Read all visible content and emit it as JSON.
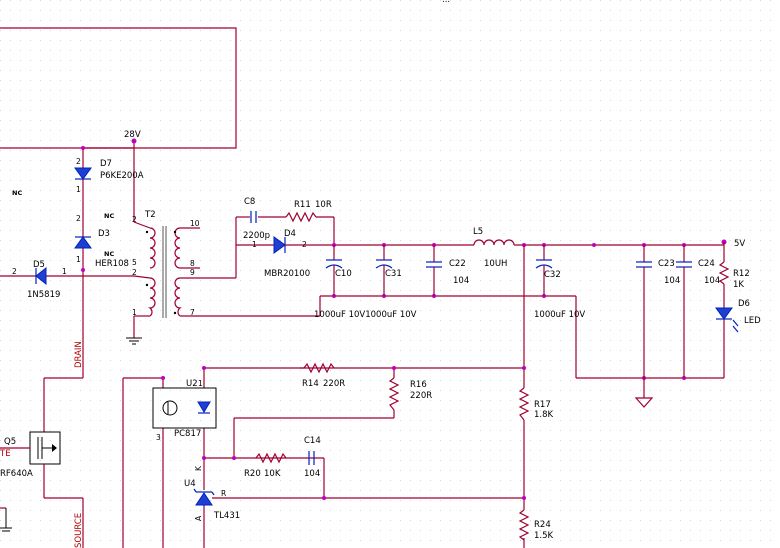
{
  "top_text": "...",
  "rails": {
    "v28": "28V",
    "v5": "5V"
  },
  "nc_labels": [
    "NC",
    "NC",
    "NC"
  ],
  "nets": {
    "drain": "DRAIN",
    "source": "SOURCE",
    "gate_partial": "TE"
  },
  "components": {
    "D7": {
      "ref": "D7",
      "value": "P6KE200A",
      "pin_a": "2",
      "pin_b": "1"
    },
    "D3": {
      "ref": "D3",
      "value": "HER108",
      "pin_a": "2",
      "pin_b": "1"
    },
    "D5": {
      "ref": "D5",
      "value": "1N5819",
      "pin_a": "2",
      "pin_b": "1"
    },
    "T2": {
      "ref": "T2",
      "pins": [
        "2",
        "5",
        "2",
        "1",
        "10",
        "8",
        "9",
        "7"
      ]
    },
    "C8": {
      "ref": "C8",
      "value": "2200p"
    },
    "R11": {
      "ref": "R11",
      "value": "10R"
    },
    "D4": {
      "ref": "D4",
      "value": "MBR20100",
      "pin_a": "1",
      "pin_b": "2"
    },
    "C10": {
      "ref": "C10"
    },
    "C31": {
      "ref": "C31"
    },
    "C10_C31_value": "1000uF 10V1000uF 10V",
    "C22": {
      "ref": "C22",
      "value": "104"
    },
    "L5": {
      "ref": "L5",
      "value": "10UH"
    },
    "C32": {
      "ref": "C32",
      "value": "1000uF 10V"
    },
    "C23": {
      "ref": "C23",
      "value": "104"
    },
    "C24": {
      "ref": "C24",
      "value": "104"
    },
    "R12": {
      "ref": "R12",
      "value": "1K"
    },
    "D6": {
      "ref": "D6",
      "value": "LED"
    },
    "Q5": {
      "ref": "Q5",
      "value": "RF640A"
    },
    "U2": {
      "ref": "U2",
      "value": "PC817",
      "pin1": "1",
      "pin3": "3"
    },
    "R14": {
      "ref": "R14",
      "value": "220R"
    },
    "R16": {
      "ref": "R16",
      "value": "220R"
    },
    "R17": {
      "ref": "R17",
      "value": "1.8K"
    },
    "R20": {
      "ref": "R20",
      "value": "10K"
    },
    "C14": {
      "ref": "C14",
      "value": "104"
    },
    "U4": {
      "ref": "U4",
      "value": "TL431",
      "pin_k": "K",
      "pin_r": "R",
      "pin_a": "A"
    },
    "R24": {
      "ref": "R24",
      "value": "1.5K"
    }
  }
}
